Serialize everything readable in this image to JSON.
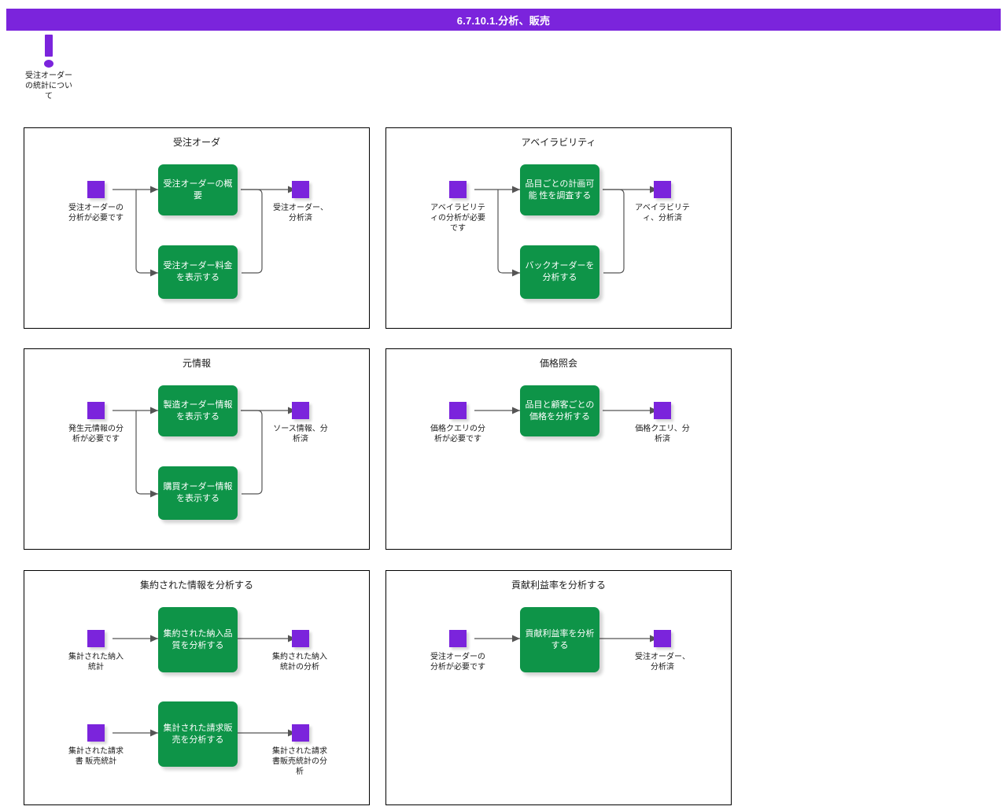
{
  "header": {
    "title": "6.7.10.1.分析、販売",
    "bar_color": "#7B24DC"
  },
  "note": {
    "icon": "exclamation-icon",
    "label": "受注オーダーの統計について"
  },
  "colors": {
    "accent_purple": "#7B24DC",
    "process_green": "#0E9448",
    "panel_border": "#000000",
    "connector": "#555555"
  },
  "panels": [
    {
      "id": "panel-sales-order",
      "title": "受注オーダ",
      "inputs": [
        {
          "label": "受注オーダーの分析が必要です"
        }
      ],
      "processes": [
        {
          "label": "受注オーダーの概要"
        },
        {
          "label": "受注オーダー料金を表示する"
        }
      ],
      "outputs": [
        {
          "label": "受注オーダー、分析済"
        }
      ],
      "layout": "fan-2"
    },
    {
      "id": "panel-availability",
      "title": "アベイラビリティ",
      "inputs": [
        {
          "label": "アベイラビリティの分析が必要です"
        }
      ],
      "processes": [
        {
          "label": "品目ごとの計画可能 性を調査する"
        },
        {
          "label": "バックオーダーを分析する"
        }
      ],
      "outputs": [
        {
          "label": "アベイラビリティ、分析済"
        }
      ],
      "layout": "fan-2"
    },
    {
      "id": "panel-source-info",
      "title": "元情報",
      "inputs": [
        {
          "label": "発生元情報の分析が必要です"
        }
      ],
      "processes": [
        {
          "label": "製造オーダー情報を表示する"
        },
        {
          "label": "購買オーダー情報を表示する"
        }
      ],
      "outputs": [
        {
          "label": "ソース情報、分析済"
        }
      ],
      "layout": "fan-2"
    },
    {
      "id": "panel-price-query",
      "title": "価格照会",
      "inputs": [
        {
          "label": "価格クエリの分析が必要です"
        }
      ],
      "processes": [
        {
          "label": "品目と顧客ごとの価格を分析する"
        }
      ],
      "outputs": [
        {
          "label": "価格クエリ、分析済"
        }
      ],
      "layout": "linear-1"
    },
    {
      "id": "panel-aggregated-info",
      "title": "集約された情報を分析する",
      "rows": [
        {
          "input": "集計された納入統計",
          "process": "集約された納入品質を分析する",
          "output": "集約された納入統計の分析"
        },
        {
          "input": "集計された請求書 販売統計",
          "process": "集計された請求販売を分析する",
          "output": "集計された請求 書販売統計の分 析"
        }
      ],
      "layout": "linear-2rows"
    },
    {
      "id": "panel-contribution-margin",
      "title": "貢献利益率を分析する",
      "inputs": [
        {
          "label": "受注オーダーの分析が必要です"
        }
      ],
      "processes": [
        {
          "label": "貢献利益率を分析する"
        }
      ],
      "outputs": [
        {
          "label": "受注オーダー、分析済"
        }
      ],
      "layout": "linear-1"
    }
  ]
}
